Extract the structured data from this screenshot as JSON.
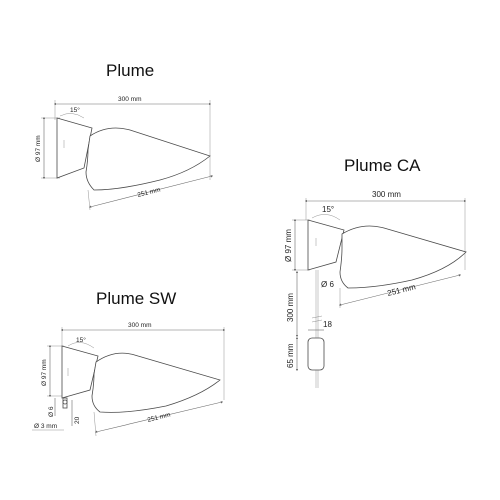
{
  "plume": {
    "title": "Plume",
    "width": "300 mm",
    "angle": "15°",
    "diameter": "Ø 97 mm",
    "length": "251 mm"
  },
  "plume_ca": {
    "title": "Plume CA",
    "width": "300 mm",
    "angle": "15°",
    "diameter": "Ø 97 mm",
    "length": "251 mm",
    "cable_diameter": "Ø 6",
    "cable_length": "300 mm",
    "box_depth": "18",
    "box_height": "65 mm"
  },
  "plume_sw": {
    "title": "Plume SW",
    "width": "300 mm",
    "angle": "15°",
    "diameter": "Ø 97 mm",
    "length": "251 mm",
    "stem_diameter": "Ø 6",
    "stem_length": "20",
    "pin_diameter": "Ø 3 mm"
  }
}
